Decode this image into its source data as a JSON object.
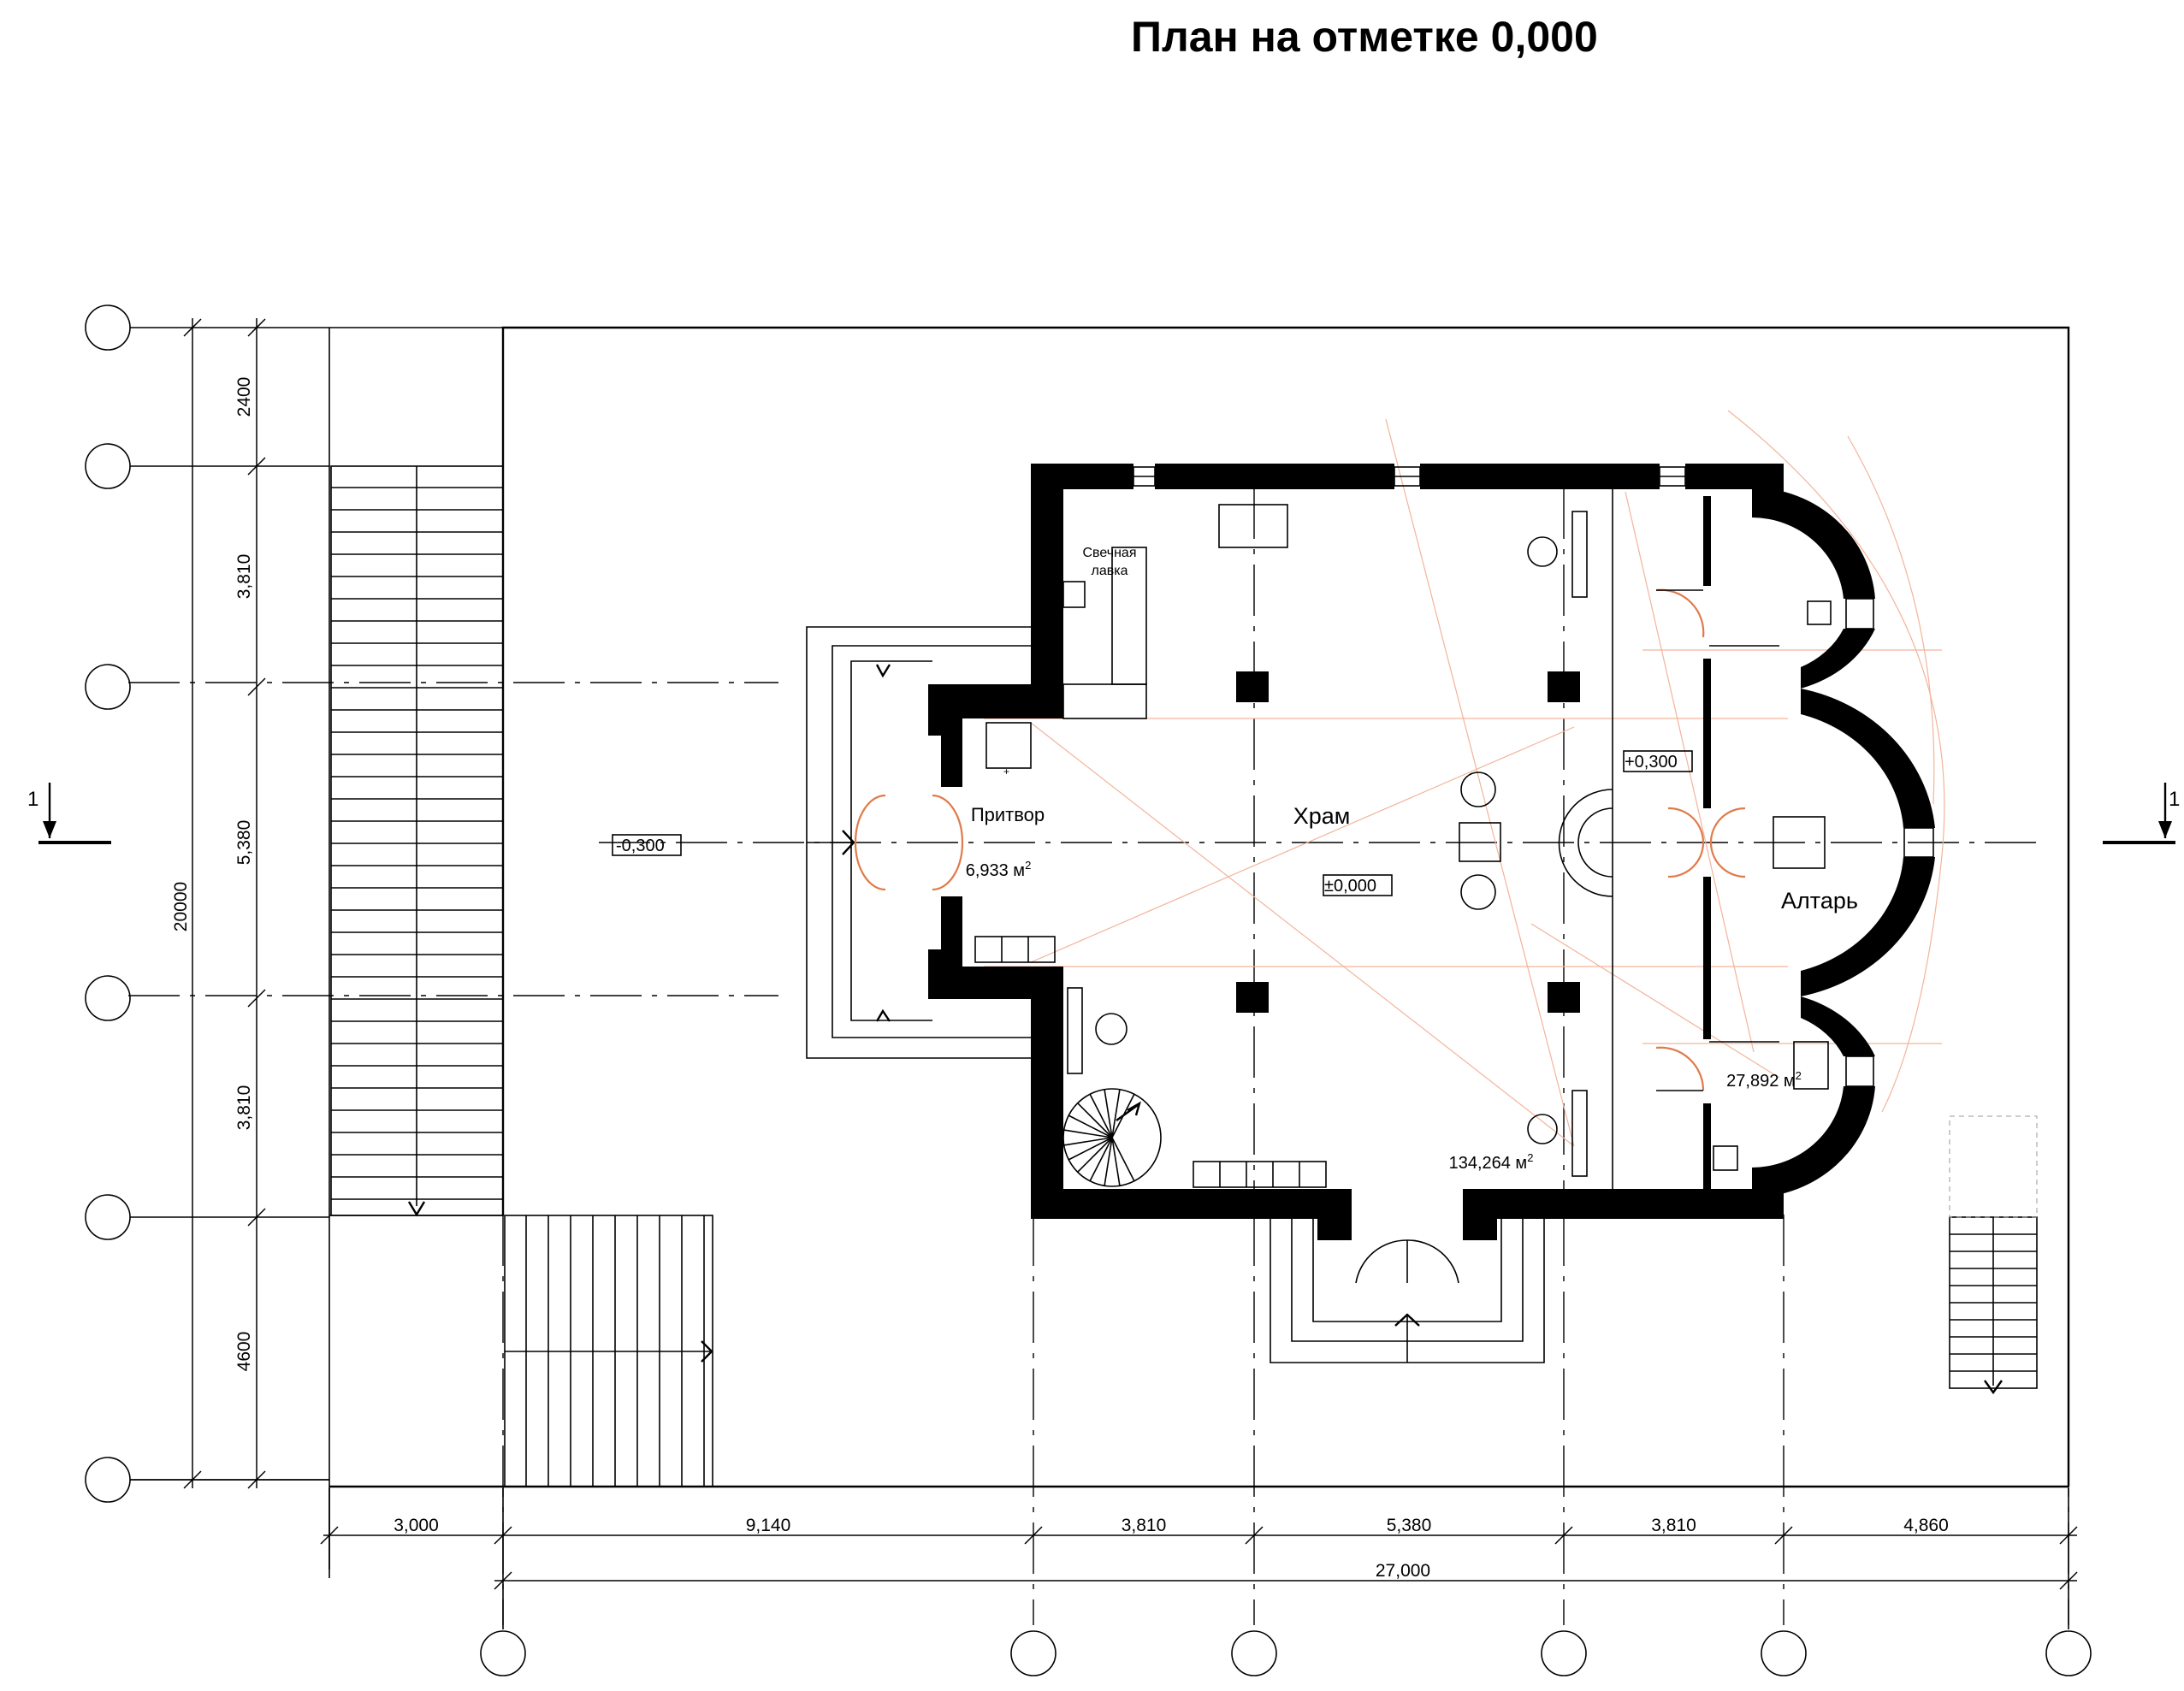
{
  "title": "План на отметке 0,000",
  "rooms": {
    "pritvor": "Притвор",
    "pritvor_area": "6,933 м",
    "khram": "Храм",
    "khram_area": "134,264 м",
    "altar": "Алтарь",
    "altar_area": "27,892 м",
    "shop_line1": "Свечная",
    "shop_line2": "лавка",
    "sq": "2"
  },
  "levels": {
    "outside": "-0,300",
    "main": "±0,000",
    "altar": "+0,300"
  },
  "section_mark": "1",
  "dims_left": [
    "2400",
    "3,810",
    "5,380",
    "3,810",
    "4600"
  ],
  "dims_left_total": "20000",
  "dims_bottom": [
    "3,000",
    "9,140",
    "3,810",
    "5,380",
    "3,810",
    "4,860"
  ],
  "dims_bottom_total": "27,000"
}
